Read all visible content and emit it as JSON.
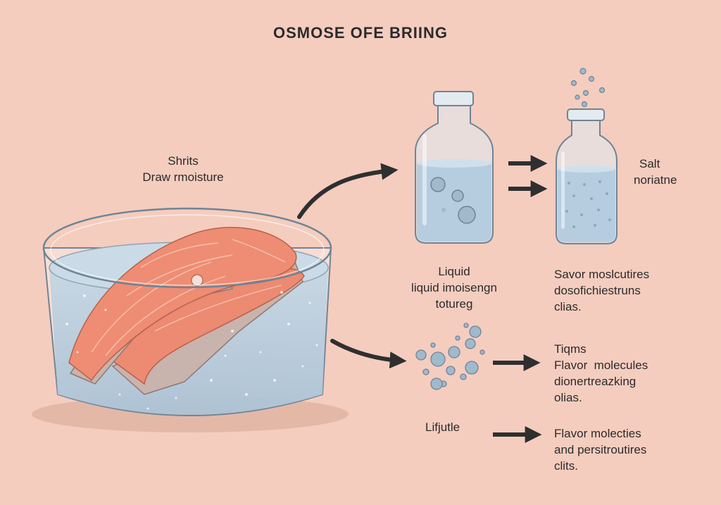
{
  "title": "OSMOSE OFE BRIING",
  "labels": {
    "shrits": [
      "Shrits",
      "Draw rmoisture"
    ],
    "salt": [
      "Salt",
      "noriatne"
    ],
    "liquid": [
      "Liquid",
      "liquid imoisengn",
      "totureg"
    ],
    "savor": [
      "Savor moslcutires",
      "dosofichiestruns",
      "clias."
    ],
    "tiqms": [
      "Tiqms",
      "Flavor  molecules",
      "dionertreazking",
      "olias."
    ],
    "lifjutle": [
      "Lifjutle"
    ],
    "flavor2": [
      "Flavor molecties",
      "and persitroutires",
      "clits."
    ]
  },
  "colors": {
    "background": "#f4cdbf",
    "water": "#b9cfdf",
    "salmon": "#ec8a72",
    "salmon_skin": "#c9b3ad",
    "glass_outline": "#6f8495",
    "arrow": "#2f2f2f"
  },
  "icons": [
    "curved-arrow-icon",
    "right-arrow-icon",
    "bottle-icon",
    "bubble-icon",
    "salmon-steak-icon",
    "glass-bowl-icon"
  ]
}
